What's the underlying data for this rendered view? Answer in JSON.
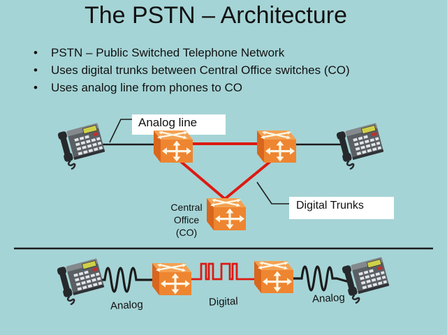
{
  "slide": {
    "title": "The PSTN – Architecture",
    "bullets": [
      "PSTN – Public Switched Telephone Network",
      "Uses digital trunks between Central Office switches (CO)",
      "Uses analog line from phones to CO"
    ]
  },
  "diagram": {
    "analog_line_label": "Analog line",
    "digital_trunks_label": "Digital Trunks",
    "central_office_label": "Central\nOffice\n(CO)"
  },
  "bottom_diagram": {
    "analog_left_label": "Analog",
    "digital_label": "Digital",
    "analog_right_label": "Analog"
  },
  "icons": {
    "telephone": "telephone-icon",
    "network_switch": "network-switch-icon"
  },
  "colors": {
    "background": "#a5d4d6",
    "text": "#111111",
    "black_line": "#1c1c1c",
    "red_line": "#dc1a12",
    "label_box": "#ffffff",
    "switch_front": "#ee8530",
    "switch_top": "#f3a152",
    "switch_side": "#d9661d",
    "switch_arrow": "#fdf6e4",
    "phone_body": "#5a5f64",
    "phone_dark": "#26292c",
    "phone_display": "#cfd048",
    "phone_button_red": "#c23028"
  }
}
